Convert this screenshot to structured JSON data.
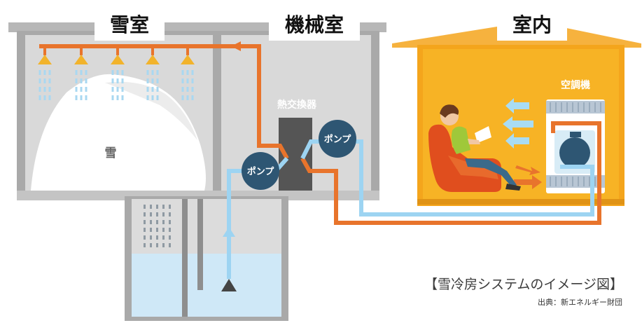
{
  "labels": {
    "snow_room": "雪室",
    "machine_room": "機械室",
    "indoor": "室内",
    "heat_exchanger": "熱交換器",
    "pump_left": "ポンプ",
    "pump_right": "ポンプ",
    "snow": "雪",
    "air_conditioner": "空調機"
  },
  "caption": {
    "title": "【雪冷房システムのイメージ図】",
    "source": "出典：新エネルギー財団"
  },
  "colors": {
    "building_gray": "#b7b7b7",
    "interior_gray": "#dcdcdc",
    "wall_dark": "#8e8e8e",
    "orange_pipe": "#e8742c",
    "blue_pipe": "#9dd4f2",
    "pump_navy": "#2e5673",
    "house_yellow": "#f4a51c",
    "house_inner": "#f7b325",
    "water": "#cfe8f7",
    "label_bg": "#ffffff"
  }
}
